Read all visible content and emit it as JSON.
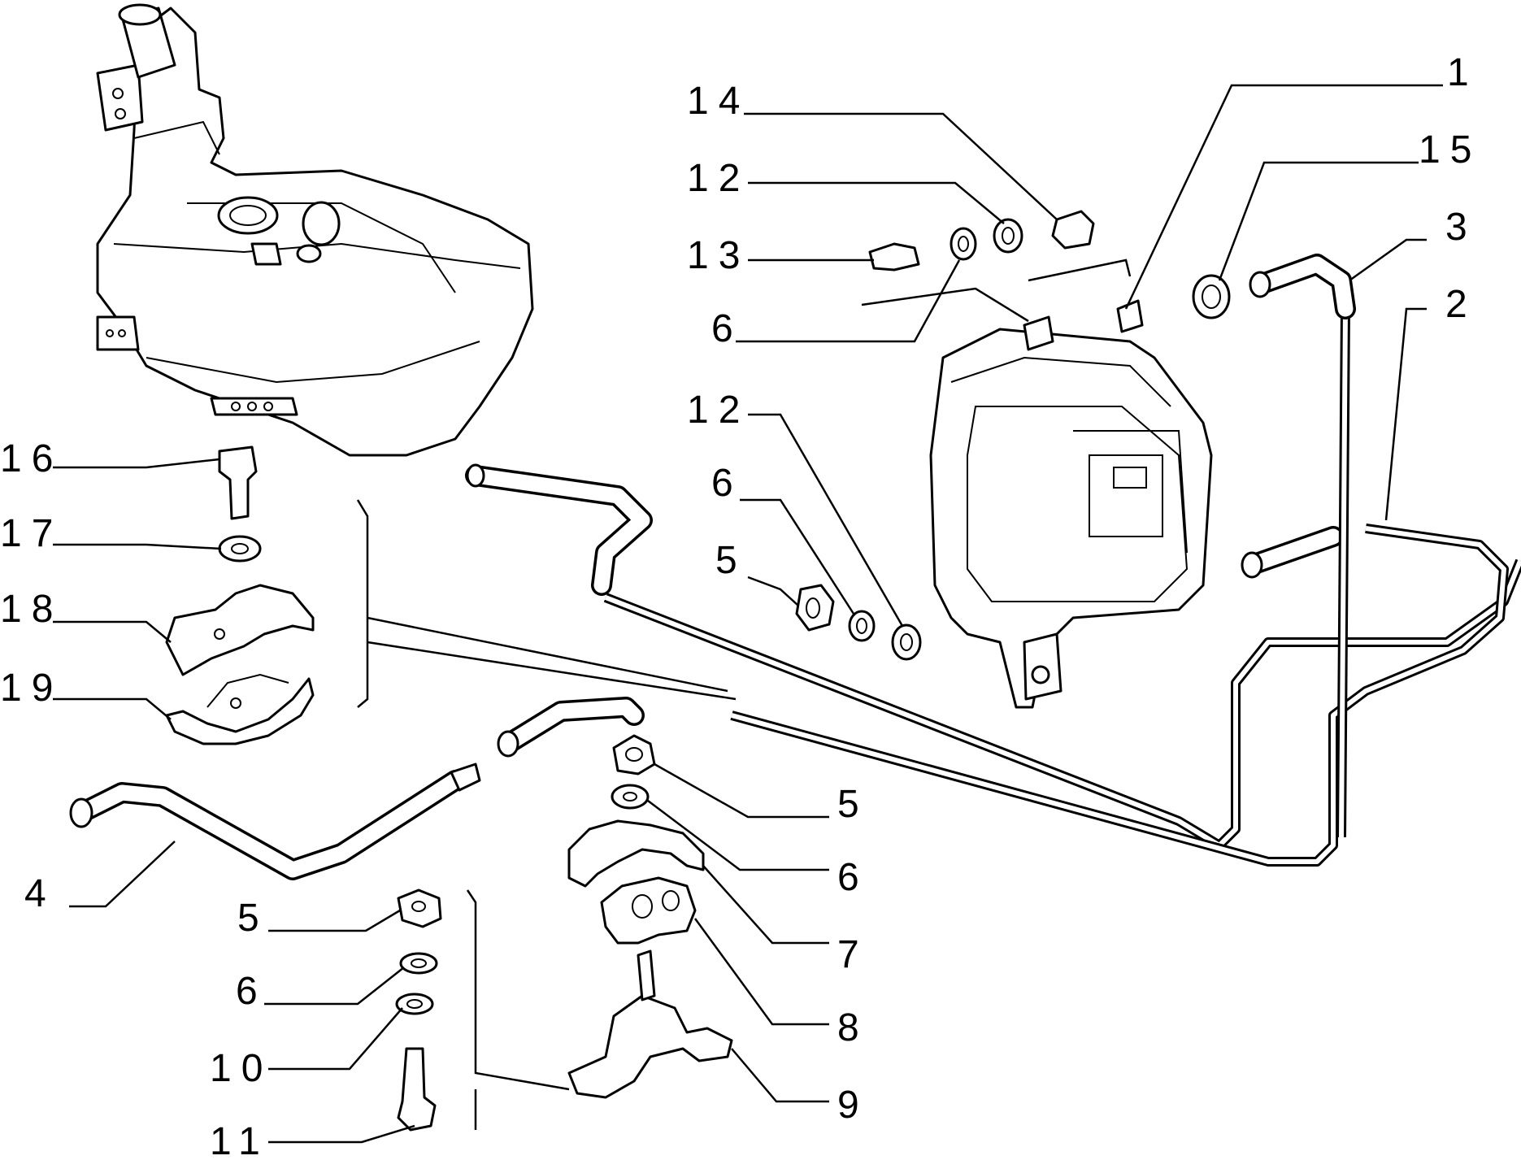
{
  "callouts": [
    {
      "id": "c1",
      "text": "1"
    },
    {
      "id": "c2",
      "text": "2"
    },
    {
      "id": "c3",
      "text": "3"
    },
    {
      "id": "c4",
      "text": "4"
    },
    {
      "id": "c5a",
      "text": "5"
    },
    {
      "id": "c5b",
      "text": "5"
    },
    {
      "id": "c5c",
      "text": "5"
    },
    {
      "id": "c6a",
      "text": "6"
    },
    {
      "id": "c6b",
      "text": "6"
    },
    {
      "id": "c6c",
      "text": "6"
    },
    {
      "id": "c6d",
      "text": "6"
    },
    {
      "id": "c7",
      "text": "7"
    },
    {
      "id": "c8",
      "text": "8"
    },
    {
      "id": "c9",
      "text": "9"
    },
    {
      "id": "c10",
      "text": "10"
    },
    {
      "id": "c11",
      "text": "11"
    },
    {
      "id": "c12a",
      "text": "12"
    },
    {
      "id": "c12b",
      "text": "12"
    },
    {
      "id": "c13",
      "text": "13"
    },
    {
      "id": "c14",
      "text": "14"
    },
    {
      "id": "c15",
      "text": "15"
    },
    {
      "id": "c16",
      "text": "16"
    },
    {
      "id": "c17",
      "text": "17"
    },
    {
      "id": "c18",
      "text": "18"
    },
    {
      "id": "c19",
      "text": "19"
    }
  ]
}
